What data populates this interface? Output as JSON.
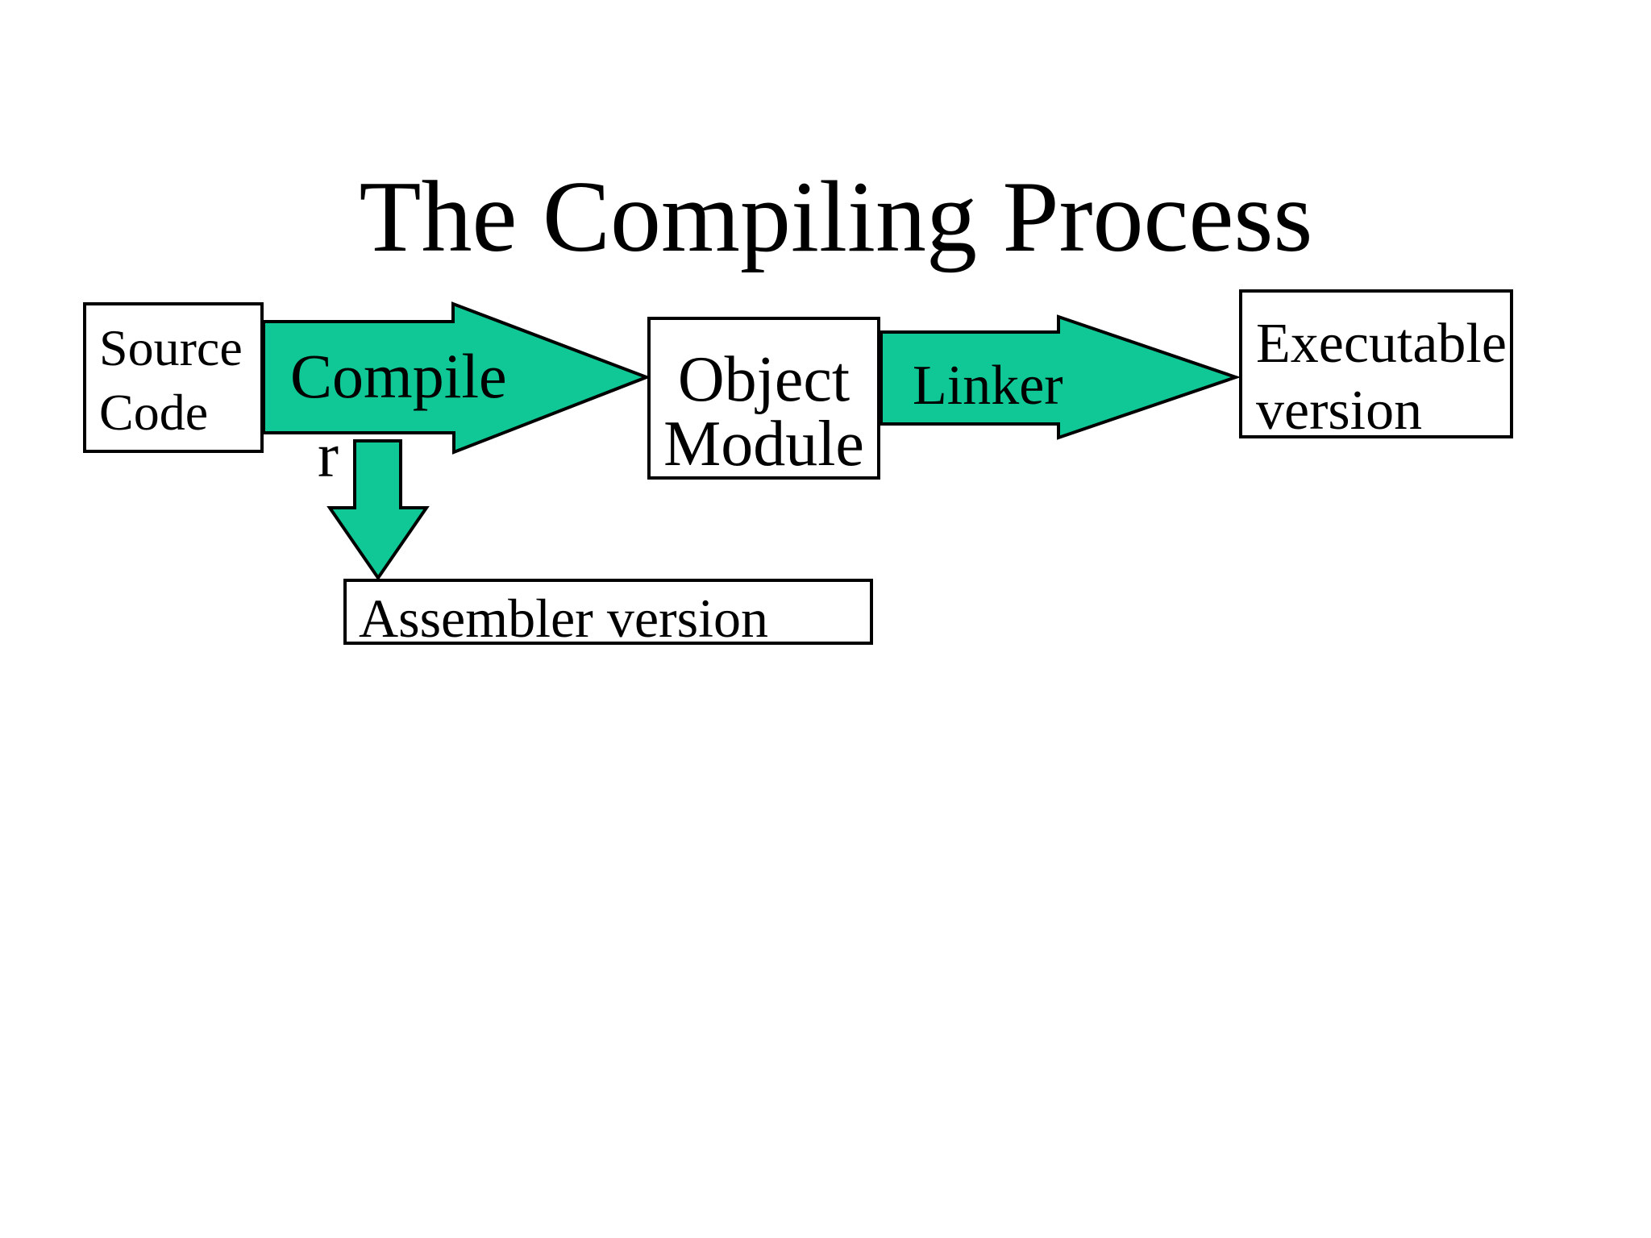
{
  "slide": {
    "title": "The Compiling Process"
  },
  "colors": {
    "background": "#ffffff",
    "arrow_fill": "#10C896",
    "outline": "#000000",
    "text": "#000000"
  },
  "boxes": {
    "source_code": {
      "text": "Source\nCode"
    },
    "object_module": {
      "text": "Object\nModule"
    },
    "executable_version": {
      "text": "Executable\nversion"
    },
    "assembler_version": {
      "text": "Assembler version"
    }
  },
  "arrows": {
    "compiler": {
      "label_line1": "Compile",
      "label_line2": "r",
      "direction": "right",
      "from": "Source Code",
      "to": "Object Module"
    },
    "linker": {
      "label": "Linker",
      "direction": "right",
      "from": "Object Module",
      "to": "Executable version"
    },
    "compiler_to_assembler": {
      "label": "",
      "direction": "down",
      "from": "Compiler",
      "to": "Assembler version"
    }
  }
}
